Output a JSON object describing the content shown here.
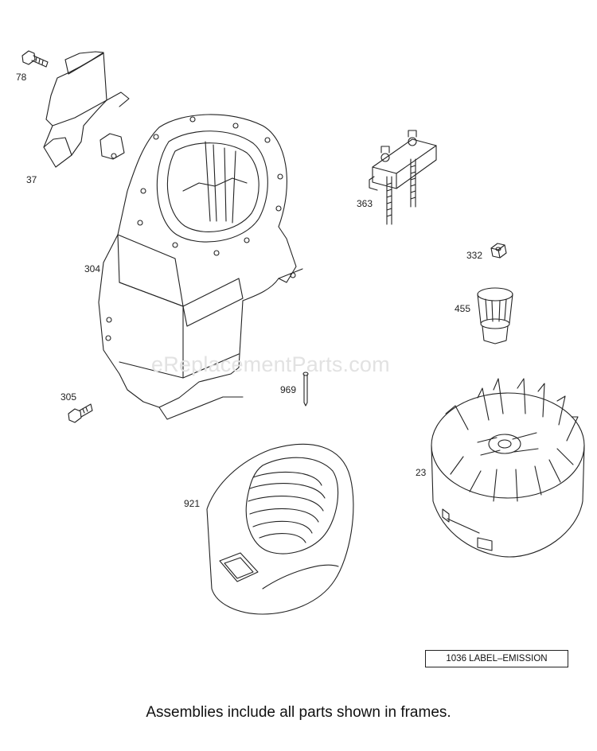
{
  "parts": [
    {
      "id": "78",
      "name": "bolt"
    },
    {
      "id": "37",
      "name": "shield"
    },
    {
      "id": "304",
      "name": "blower-housing"
    },
    {
      "id": "305",
      "name": "screw"
    },
    {
      "id": "363",
      "name": "bracket"
    },
    {
      "id": "332",
      "name": "nut"
    },
    {
      "id": "455",
      "name": "clutch"
    },
    {
      "id": "969",
      "name": "pin"
    },
    {
      "id": "23",
      "name": "flywheel"
    },
    {
      "id": "921",
      "name": "rewind-cover"
    }
  ],
  "watermark": "eReplacementParts.com",
  "label_box": "1036 LABEL–EMISSION",
  "footer": "Assemblies include all parts shown in frames."
}
